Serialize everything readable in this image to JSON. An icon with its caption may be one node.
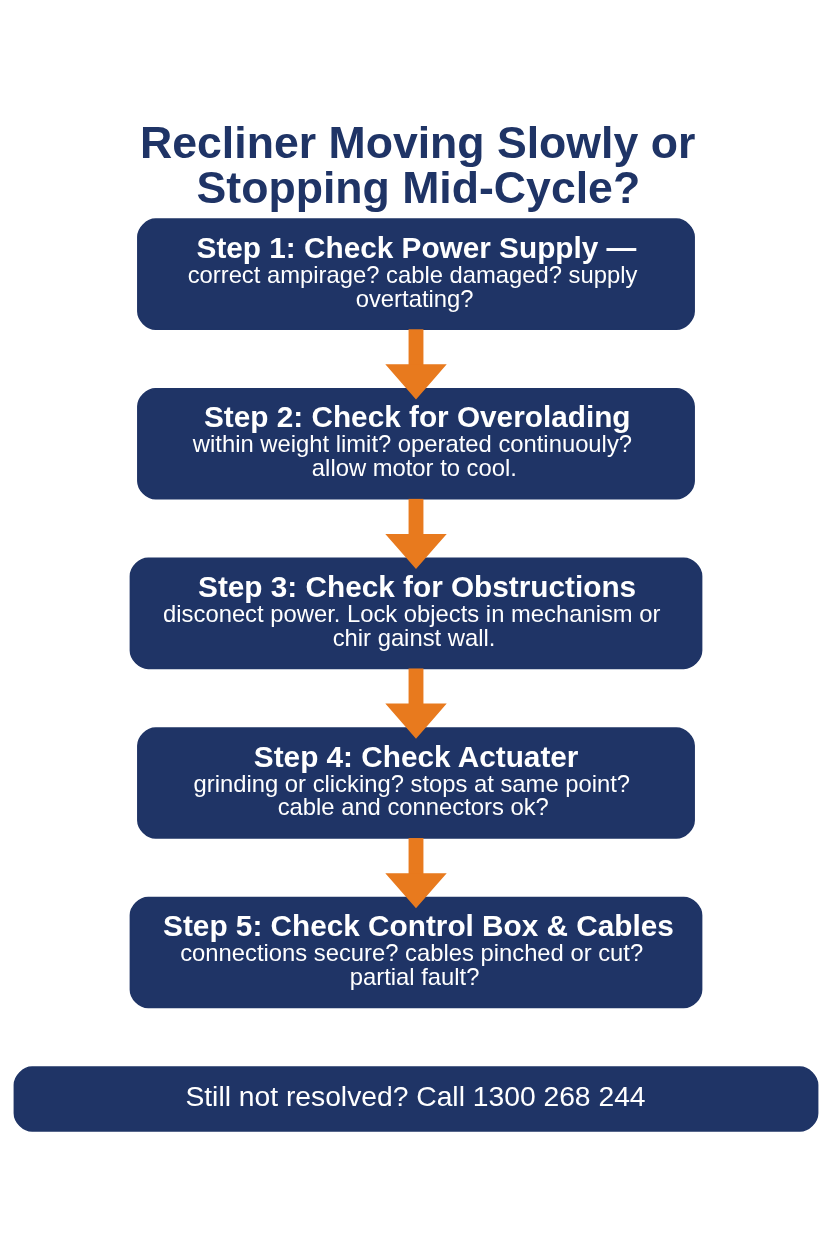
{
  "diagram": {
    "title": "Recliner Moving Slowly or Stopping Mid-Cycle?",
    "nodes": [
      {
        "text": [
          "Step 1: Check Power Supply —",
          "correct ampirage? cable damaged? supply overtating?"
        ]
      },
      {
        "text": [
          "Step 2: Check for Overolading",
          "within weight limit? operated continuouly? allow motor to cool."
        ]
      },
      {
        "text": [
          "Step 3: Check for Obstructions",
          "disconect power. Lock objects in mechanism or chir gainst wall."
        ]
      },
      {
        "text": [
          "Step 4: Check Actuater",
          "grinding or clicking? stops at same point? cable and connectors ok?"
        ]
      },
      {
        "text": [
          "Step 5: Check Control Box & Cables",
          "connections secure? cables pinched or cut? partial fault?"
        ]
      },
      {
        "text": [
          "Still not resolved? Call 1300 268 244"
        ]
      }
    ],
    "edges": [
      {
        "from": 0,
        "to": 1,
        "arrow": "to"
      },
      {
        "from": 1,
        "to": 2,
        "arrow": "to"
      },
      {
        "from": 2,
        "to": 3,
        "arrow": "to"
      },
      {
        "from": 3,
        "to": 4,
        "arrow": "to"
      }
    ]
  }
}
